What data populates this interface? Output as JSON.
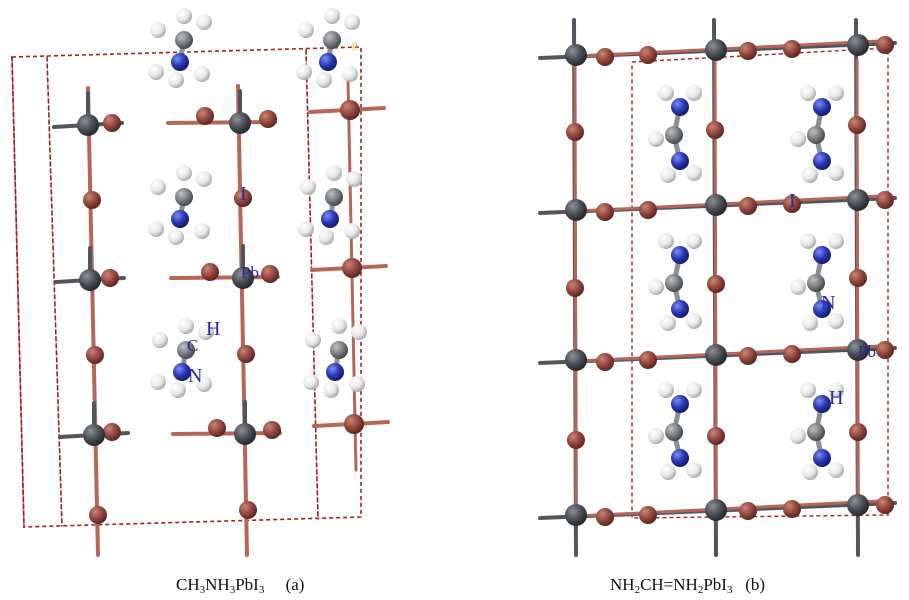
{
  "panel_a": {
    "caption": {
      "part1": "CH",
      "sub1": "3",
      "part2": "NH",
      "sub2": "3",
      "part3": "PbI",
      "sub3": "3",
      "tag": "(a)"
    },
    "labels": {
      "iodine": "I",
      "lead": "Pb",
      "hydrogen": "H",
      "carbon": "C",
      "nitrogen": "N",
      "axis_b": "B"
    }
  },
  "panel_b": {
    "caption": {
      "part1": "NH",
      "sub1": "2",
      "part2": "CH=NH",
      "sub2": "2",
      "part3": "PbI",
      "sub3": "3",
      "tag": "(b)"
    },
    "labels": {
      "iodine": "I",
      "lead": "Pb",
      "hydrogen": "H",
      "nitrogen": "N"
    }
  },
  "colors": {
    "lead": "#4a4f56",
    "iodine": "#94473d",
    "carbon": "#7c7f82",
    "nitrogen": "#2838b8",
    "hydrogen": "#ebebeb",
    "cell_line": "#a02020",
    "label_text": "#2828a0",
    "axis_label": "#e0c030"
  }
}
